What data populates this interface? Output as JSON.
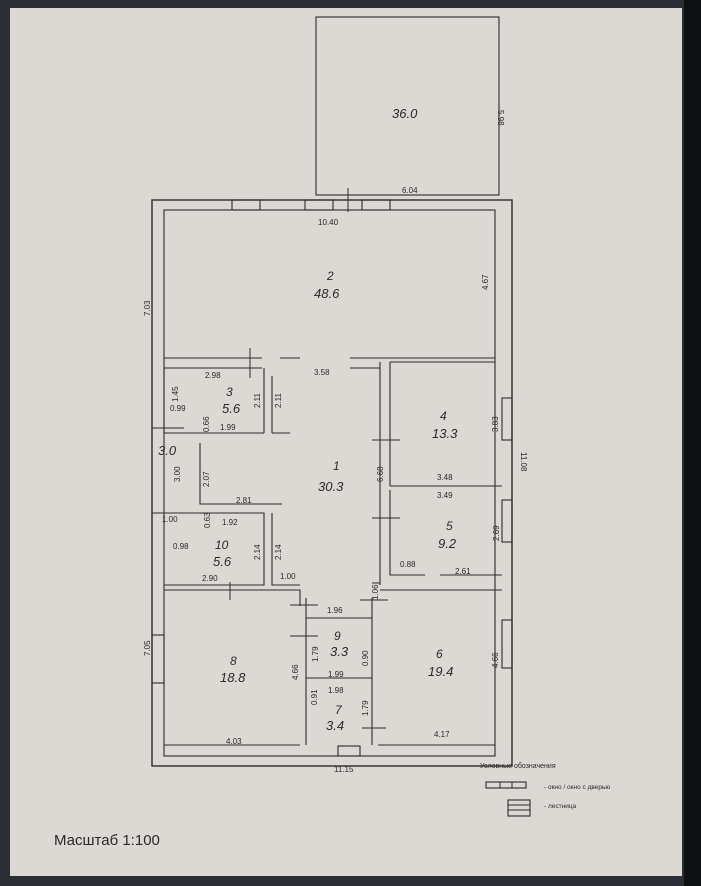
{
  "scale_label": "Масштаб 1:100",
  "terrace": {
    "area": "36.0",
    "dim_side": "5.98",
    "dim_bottom": "6.04"
  },
  "overall": {
    "top": "10.40",
    "left": "7.03",
    "right": "11.08",
    "bottom": "11.15",
    "left_lower": "7.05"
  },
  "rooms": [
    {
      "id": "room-2",
      "num": "2",
      "area": "48.6"
    },
    {
      "id": "room-1",
      "num": "1",
      "area": "30.3"
    },
    {
      "id": "room-3",
      "num": "3",
      "area": "5.6"
    },
    {
      "id": "room-4",
      "num": "4",
      "area": "13.3"
    },
    {
      "id": "room-5",
      "num": "5",
      "area": "9.2"
    },
    {
      "id": "room-10",
      "num": "10",
      "area": "5.6"
    },
    {
      "id": "room-8",
      "num": "8",
      "area": "18.8"
    },
    {
      "id": "room-9",
      "num": "9",
      "area": "3.3"
    },
    {
      "id": "room-7",
      "num": "7",
      "area": "3.4"
    },
    {
      "id": "room-6",
      "num": "6",
      "area": "19.4"
    }
  ],
  "small_area": "3.0",
  "dims": {
    "d467": "4.67",
    "d298": "2.98",
    "d358": "3.58",
    "d145": "1.45",
    "d099": "0.99",
    "d211a": "2.11",
    "d211b": "2.11",
    "d066": "0.66",
    "d199a": "1.99",
    "d383": "3.83",
    "d348": "3.48",
    "d349": "3.49",
    "d668": "6.68",
    "d207": "2.07",
    "d300": "3.00",
    "d281": "2.81",
    "d100a": "1.00",
    "d063": "0.63",
    "d192": "1.92",
    "d098": "0.98",
    "d214a": "2.14",
    "d214b": "2.14",
    "d269": "2.69",
    "d088": "0.88",
    "d261": "2.61",
    "d290": "2.90",
    "d100b": "1.00",
    "d196": "1.96",
    "d106": "1.06",
    "d179a": "1.79",
    "d090": "0.90",
    "d199b": "1.99",
    "d466a": "4.66",
    "d091": "0.91",
    "d198": "1.98",
    "d179b": "1.79",
    "d466b": "4.66",
    "d403": "4.03",
    "d417": "4.17"
  },
  "legend": {
    "title": "Условные обозначения",
    "item1": "- окно / окно с дверью",
    "item2": "- лестница"
  }
}
